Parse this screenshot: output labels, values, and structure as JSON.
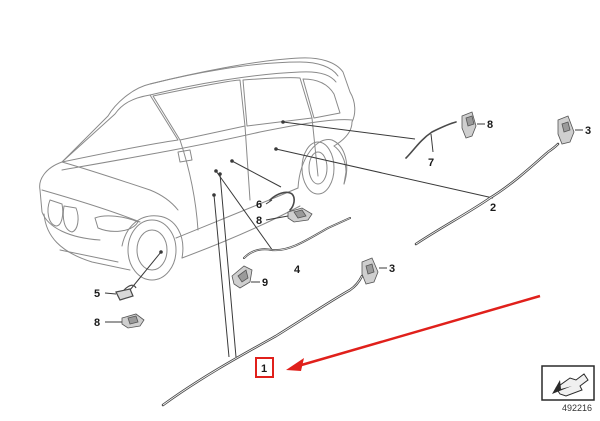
{
  "diagram": {
    "callouts": [
      {
        "id": "c1",
        "label": "1",
        "highlighted": true
      },
      {
        "id": "c2",
        "label": "2"
      },
      {
        "id": "c3a",
        "label": "3"
      },
      {
        "id": "c3b",
        "label": "3"
      },
      {
        "id": "c4",
        "label": "4"
      },
      {
        "id": "c5",
        "label": "5"
      },
      {
        "id": "c6",
        "label": "6"
      },
      {
        "id": "c7",
        "label": "7"
      },
      {
        "id": "c8a",
        "label": "8"
      },
      {
        "id": "c8b",
        "label": "8"
      },
      {
        "id": "c8c",
        "label": "8"
      },
      {
        "id": "c9",
        "label": "9"
      }
    ],
    "image_number": "492216",
    "highlight_color": "#e0201b",
    "line_color": "#3a3a3a",
    "car_line_color": "#8a8a8a",
    "icons": [
      "car-outline-icon",
      "sensor-clip-icon",
      "wiring-harness-icon",
      "arrow-pointer-icon",
      "navigation-arrow-icon"
    ]
  }
}
